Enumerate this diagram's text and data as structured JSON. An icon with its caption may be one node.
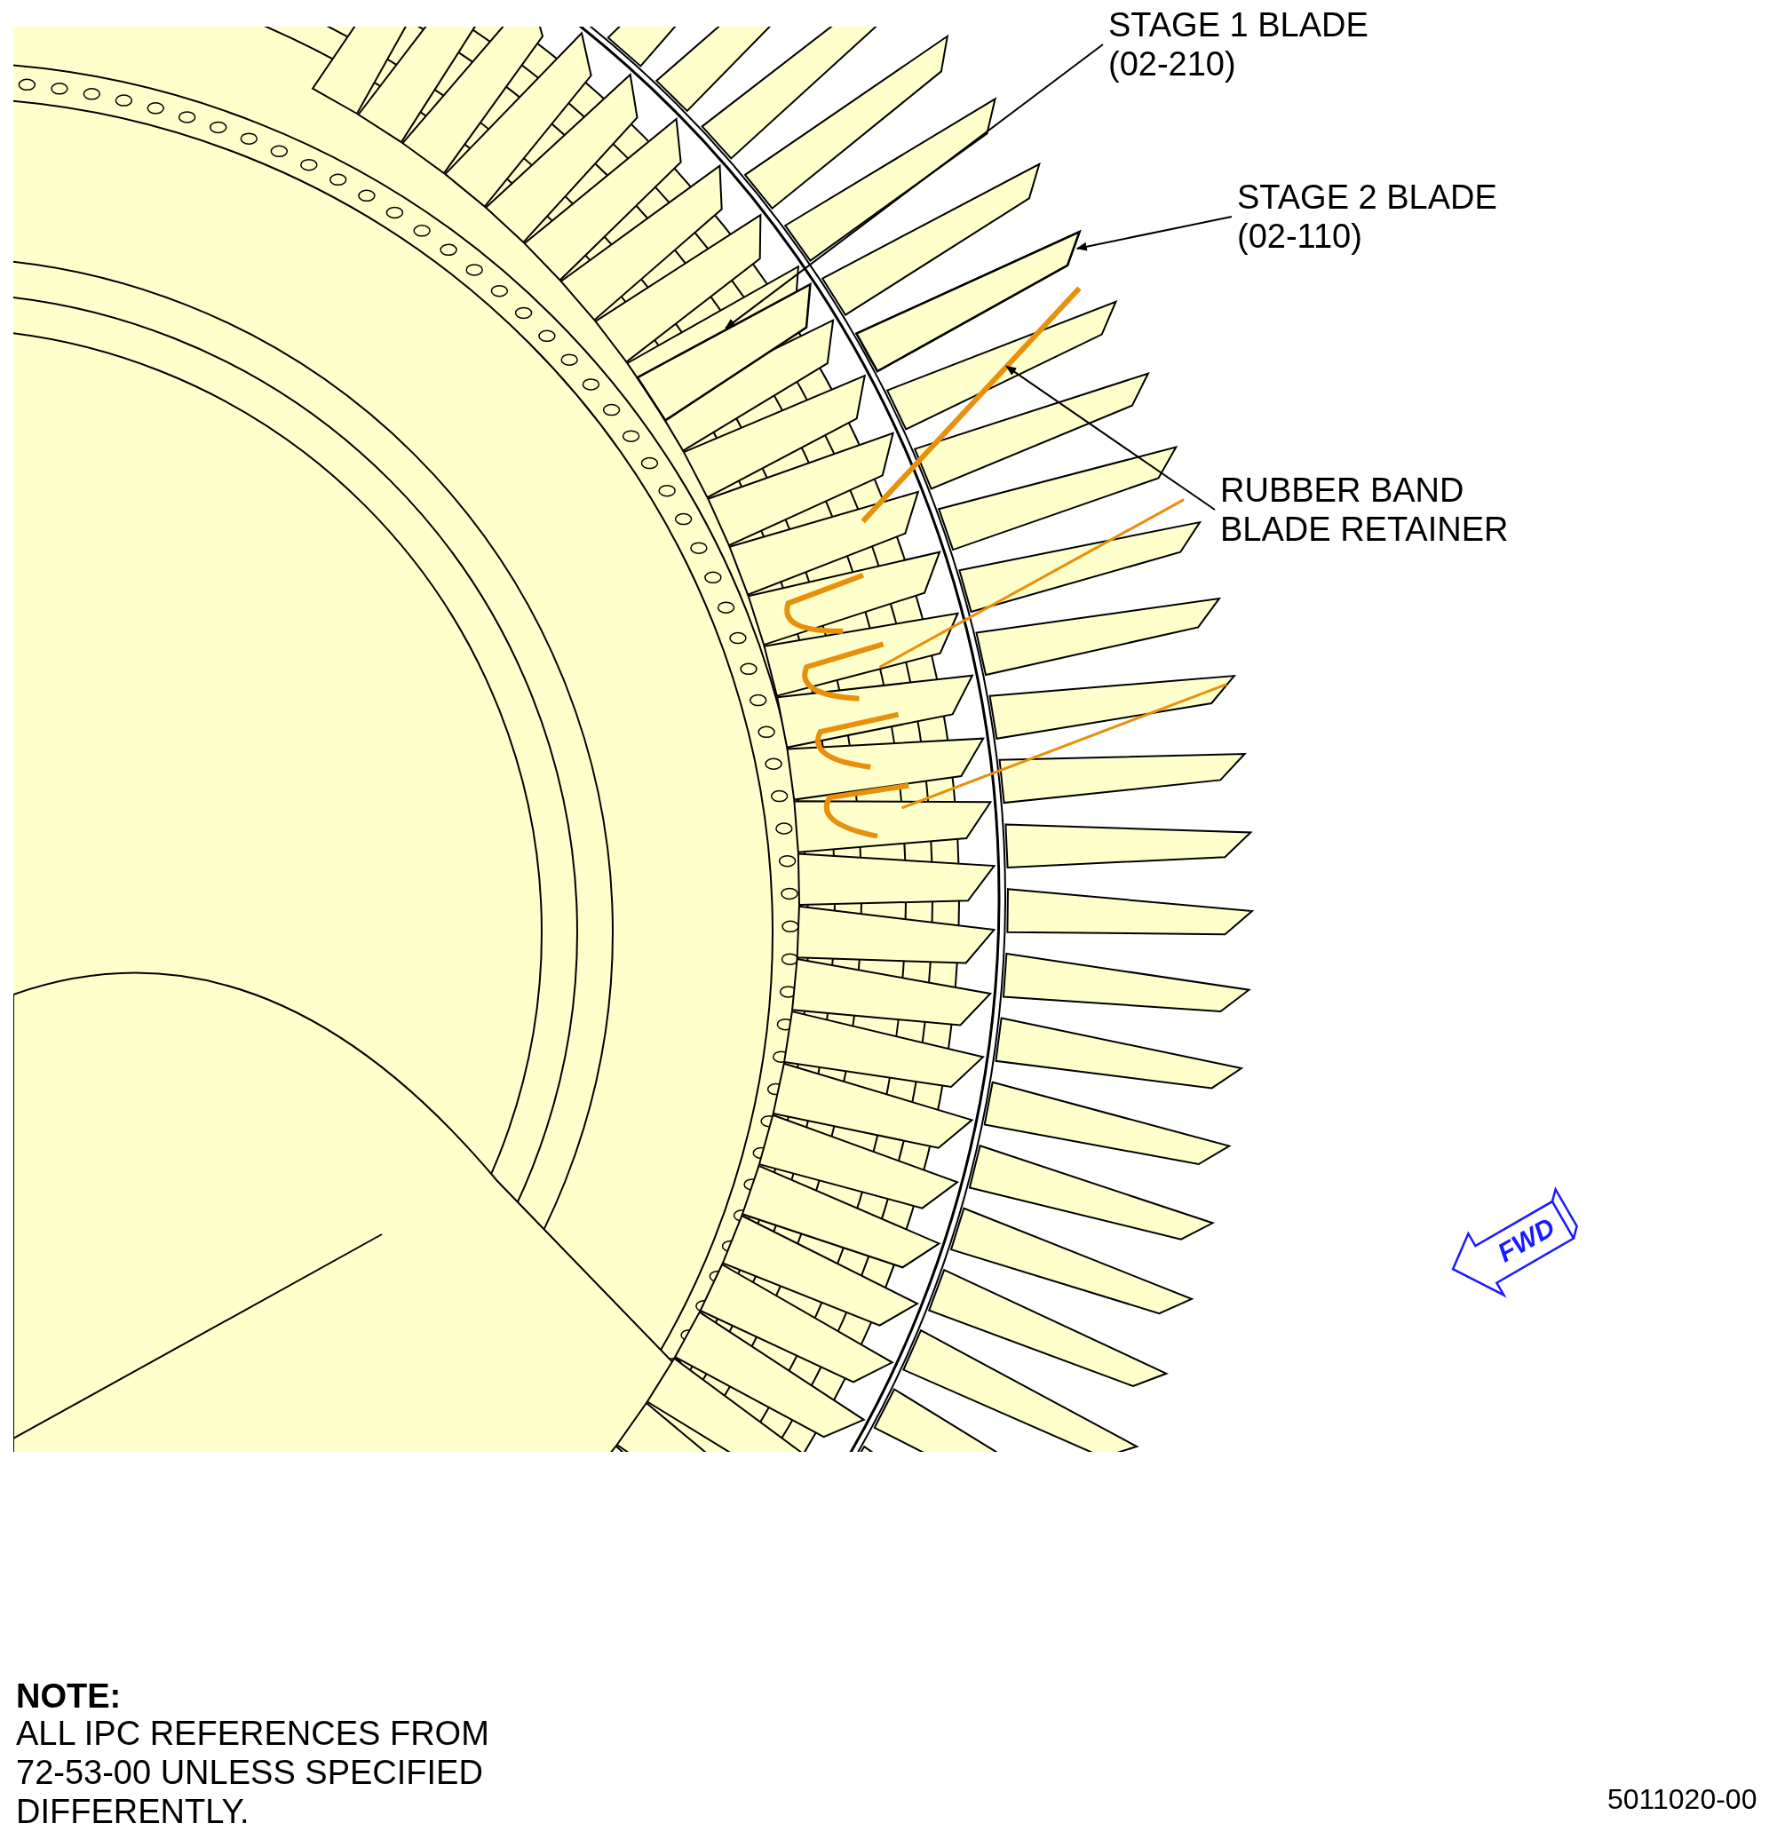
{
  "diagram": {
    "nodes": [
      {
        "text": [
          "STAGE 1 BLADE (02-210)"
        ]
      },
      {
        "text": [],
        "shape": "picture"
      },
      {
        "text": [
          "STAGE 2 BLADE (02-110)"
        ]
      },
      {
        "text": [],
        "shape": "picture"
      },
      {
        "text": [
          "RUBBER BAND BLADE RETAINER"
        ]
      },
      {
        "text": [],
        "shape": "picture"
      }
    ],
    "edges": [
      {
        "from": 0,
        "to": 1,
        "arrow": "to"
      },
      {
        "from": 2,
        "to": 3,
        "arrow": "to"
      },
      {
        "from": 4,
        "to": 5,
        "arrow": "to"
      }
    ],
    "labels": [
      "FWD",
      "NOTE:",
      "ALL IPC REFERENCES FROM 72-53-00 UNLESS SPECIFIED DIFFERENTLY.",
      "5011020-00"
    ]
  }
}
